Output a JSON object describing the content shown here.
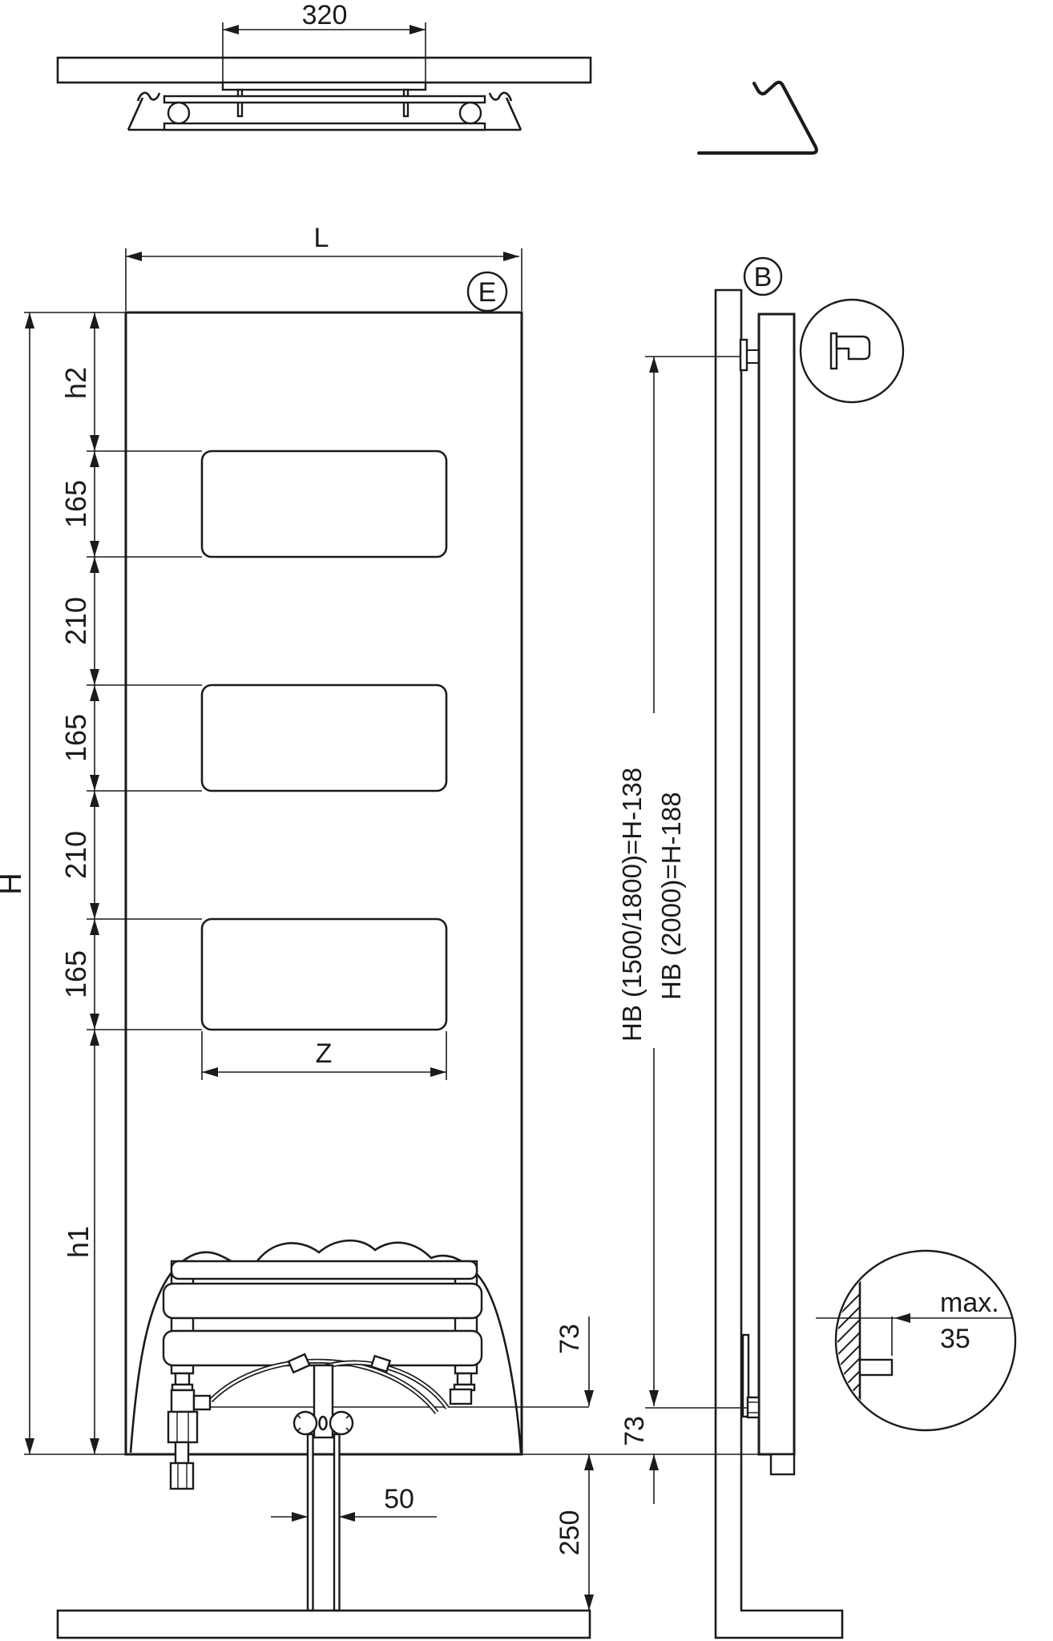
{
  "colors": {
    "line": "#1b1b1b",
    "background": "#ffffff"
  },
  "top_view": {
    "bracket_spacing_dim": "320"
  },
  "front_view": {
    "width_dim_label": "L",
    "marker_e": "E",
    "height_dim_label": "H",
    "chain_dims": [
      {
        "label": "h2"
      },
      {
        "label": "165"
      },
      {
        "label": "210"
      },
      {
        "label": "165"
      },
      {
        "label": "210"
      },
      {
        "label": "165"
      },
      {
        "label": "h1"
      }
    ],
    "slot_width_dim_label": "Z",
    "valve_offset_dim": "73",
    "pipe_spacing_dim": "50",
    "floor_clearance_dim": "250"
  },
  "side_view": {
    "marker_b": "B",
    "hb_formula_line1": "HB (1500/1800)=H-138",
    "hb_formula_line2": "HB (2000)=H-188",
    "connection_offset_dim": "73",
    "wall_clearance_prefix": "max.",
    "wall_clearance_value": "35"
  }
}
